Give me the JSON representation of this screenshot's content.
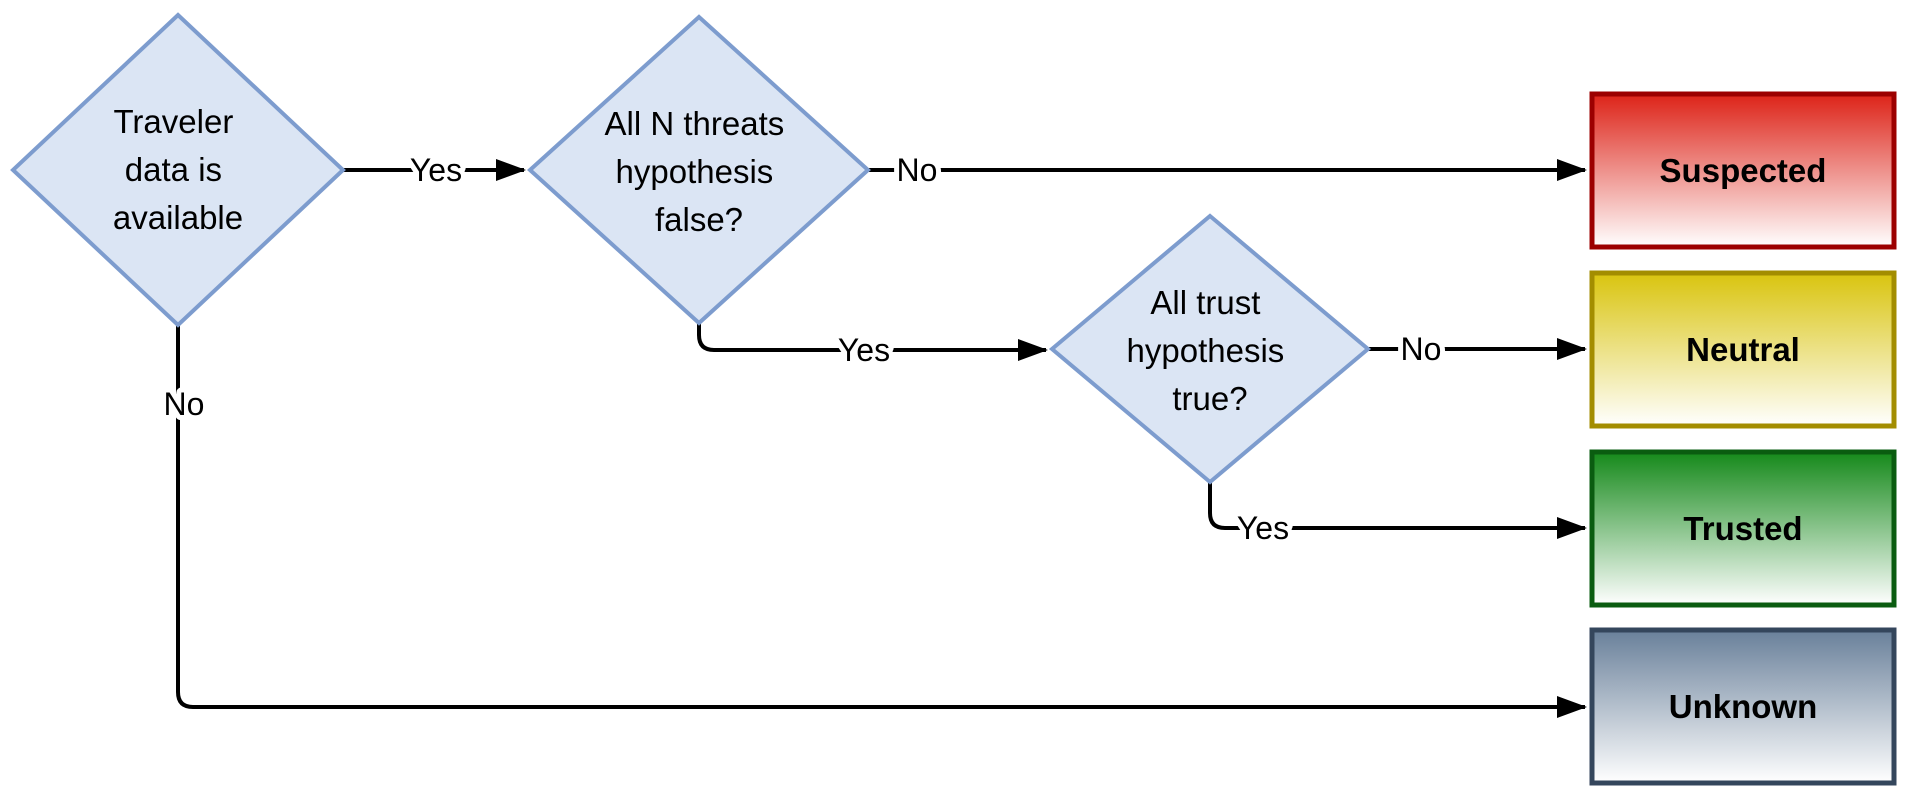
{
  "diagram": {
    "title": "traveler-trust-decision-flowchart",
    "node_style": {
      "fill": "#dbe5f4",
      "border": "#7d9cce"
    },
    "line_color": "#000000",
    "decisions": [
      {
        "id": "traveler-data-available",
        "lines": [
          "Traveler",
          "data is",
          "available"
        ]
      },
      {
        "id": "all-n-threats-hypothesis-false",
        "lines": [
          "All N threats",
          "hypothesis",
          "false?"
        ]
      },
      {
        "id": "all-trust-hypothesis-true",
        "lines": [
          "All trust",
          "hypothesis",
          "true?"
        ]
      }
    ],
    "outcomes": [
      {
        "id": "suspected",
        "label": "Suspected",
        "top_color": "#dd2318",
        "bottom_color": "#ffffff",
        "border_color": "#9c0000"
      },
      {
        "id": "neutral",
        "label": "Neutral",
        "top_color": "#d9c40e",
        "bottom_color": "#ffffff",
        "border_color": "#a38d00"
      },
      {
        "id": "trusted",
        "label": "Trusted",
        "top_color": "#15891a",
        "bottom_color": "#ffffff",
        "border_color": "#0a5c10"
      },
      {
        "id": "unknown",
        "label": "Unknown",
        "top_color": "#69809a",
        "bottom_color": "#ffffff",
        "border_color": "#34465c"
      }
    ],
    "edges": [
      {
        "from": "traveler-data-available",
        "to": "all-n-threats-hypothesis-false",
        "label": "Yes"
      },
      {
        "from": "all-n-threats-hypothesis-false",
        "to": "suspected",
        "label": "No"
      },
      {
        "from": "all-n-threats-hypothesis-false",
        "to": "all-trust-hypothesis-true",
        "label": "Yes"
      },
      {
        "from": "all-trust-hypothesis-true",
        "to": "neutral",
        "label": "No"
      },
      {
        "from": "all-trust-hypothesis-true",
        "to": "trusted",
        "label": "Yes"
      },
      {
        "from": "traveler-data-available",
        "to": "unknown",
        "label": "No"
      }
    ]
  }
}
